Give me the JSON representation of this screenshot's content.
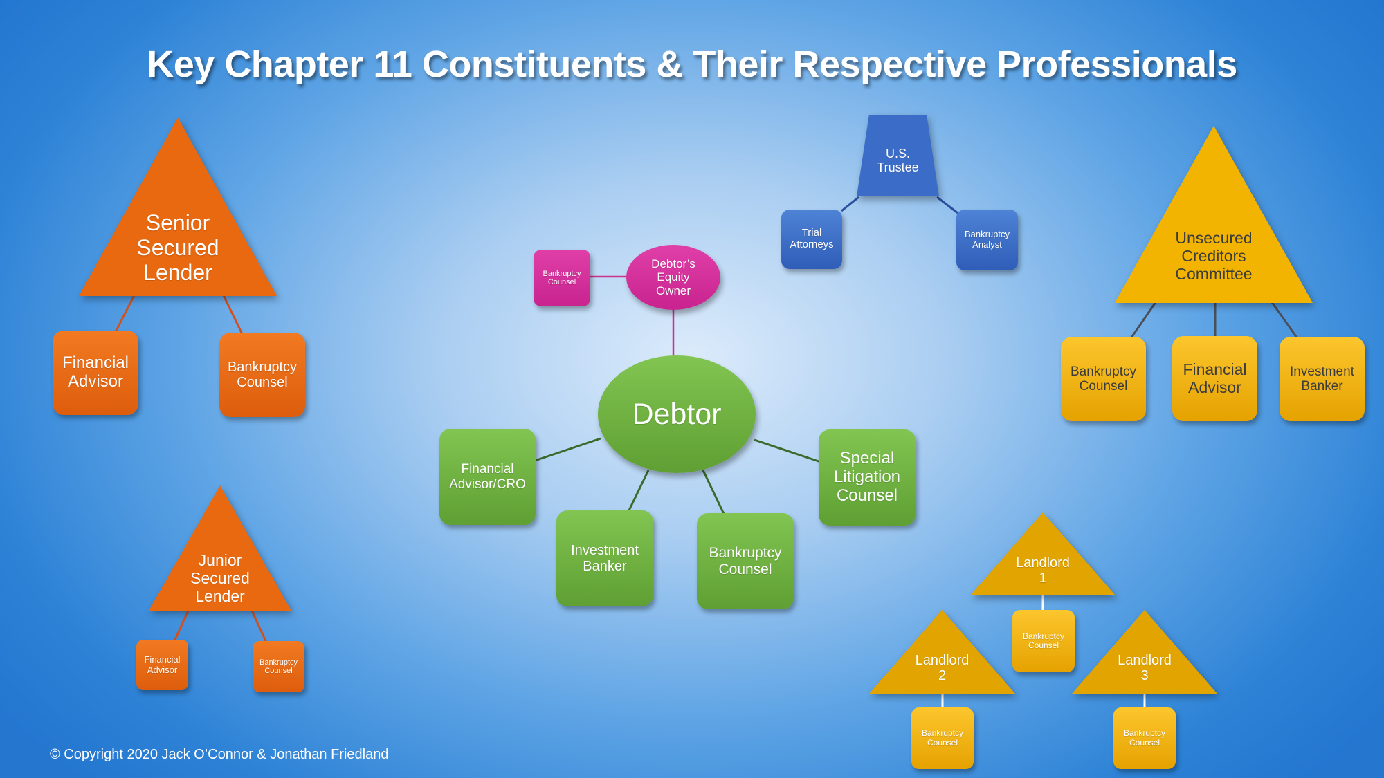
{
  "title": "Key Chapter 11 Constituents & Their Respective Professionals",
  "copyright": "© Copyright 2020 Jack O’Connor & Jonathan Friedland",
  "colors": {
    "orange": "#e8690f",
    "green": "#6cae3e",
    "gold": "#f2b400",
    "blue": "#3b6cc8",
    "magenta": "#d3309b",
    "background": "#2f86d8"
  },
  "senior_lender": {
    "label": "Senior\nSecured\nLender",
    "financial_advisor": "Financial\nAdvisor",
    "bankruptcy_counsel": "Bankruptcy\nCounsel"
  },
  "junior_lender": {
    "label": "Junior\nSecured\nLender",
    "financial_advisor": "Financial\nAdvisor",
    "bankruptcy_counsel": "Bankruptcy\nCounsel"
  },
  "equity_owner": {
    "label": "Debtor’s\nEquity\nOwner",
    "bankruptcy_counsel": "Bankruptcy\nCounsel"
  },
  "debtor": {
    "label": "Debtor",
    "financial_advisor": "Financial\nAdvisor/CRO",
    "investment_banker": "Investment\nBanker",
    "bankruptcy_counsel": "Bankruptcy\nCounsel",
    "special_litigation": "Special\nLitigation\nCounsel"
  },
  "us_trustee": {
    "label": "U.S.\nTrustee",
    "trial_attorneys": "Trial\nAttorneys",
    "bankruptcy_analyst": "Bankruptcy\nAnalyst"
  },
  "committee": {
    "label": "Unsecured\nCreditors\nCommittee",
    "bankruptcy_counsel": "Bankruptcy\nCounsel",
    "financial_advisor": "Financial\nAdvisor",
    "investment_banker": "Investment\nBanker"
  },
  "landlords": [
    {
      "label": "Landlord\n1",
      "counsel": "Bankruptcy\nCounsel"
    },
    {
      "label": "Landlord\n2",
      "counsel": "Bankruptcy\nCounsel"
    },
    {
      "label": "Landlord\n3",
      "counsel": "Bankruptcy\nCounsel"
    }
  ]
}
